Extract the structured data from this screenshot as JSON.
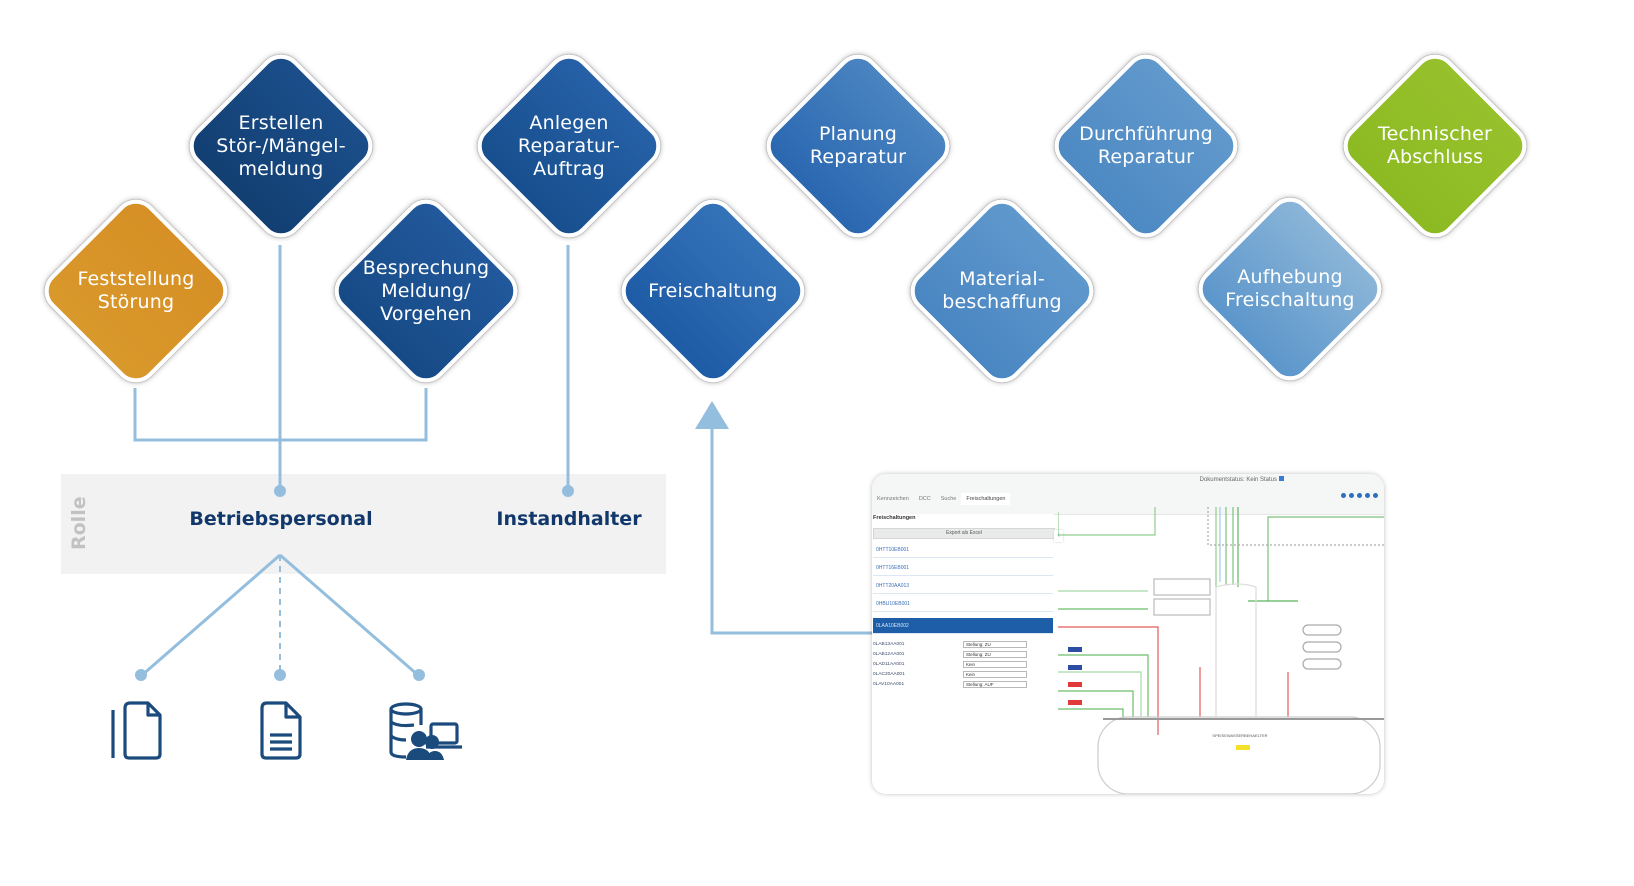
{
  "process_steps": [
    {
      "id": "feststellung",
      "label": "Feststellung\nStörung",
      "color": "#d9982b",
      "color2": "#d69025"
    },
    {
      "id": "erstellen",
      "label": "Erstellen\nStör-/Mängel-\nmeldung",
      "color": "#123f72",
      "color2": "#1b4e8a"
    },
    {
      "id": "besprechung",
      "label": "Besprechung\nMeldung/\nVorgehen",
      "color": "#164a86",
      "color2": "#22599c"
    },
    {
      "id": "anlegen",
      "label": "Anlegen\nReparatur-\nAuftrag",
      "color": "#174f8e",
      "color2": "#2660a6"
    },
    {
      "id": "freischaltung",
      "label": "Freischaltung",
      "color": "#1e5ba6",
      "color2": "#3573b8"
    },
    {
      "id": "planung",
      "label": "Planung\nReparatur",
      "color": "#2a67b0",
      "color2": "#4a84c1"
    },
    {
      "id": "material",
      "label": "Material-\nbeschaffung",
      "color": "#4a86c2",
      "color2": "#5f98cc"
    },
    {
      "id": "durchfuehrung",
      "label": "Durchführung\nReparatur",
      "color": "#4d89c3",
      "color2": "#6199cc"
    },
    {
      "id": "aufhebung",
      "label": "Aufhebung\nFreischaltung",
      "color": "#5c96cb",
      "color2": "#8ab5d8"
    },
    {
      "id": "abschluss",
      "label": "Technischer\nAbschluss",
      "color": "#8cba22",
      "color2": "#97c12c"
    }
  ],
  "roles": {
    "band_label": "Rolle",
    "items": [
      {
        "id": "betriebspersonal",
        "label": "Betriebspersonal"
      },
      {
        "id": "instandhalter",
        "label": "Instandhalter"
      }
    ]
  },
  "resources": [
    {
      "id": "documents",
      "icon": "documents-icon"
    },
    {
      "id": "document",
      "icon": "document-text-icon"
    },
    {
      "id": "database-users",
      "icon": "database-users-icon"
    }
  ],
  "colors": {
    "connector": "#94bedd",
    "role_text": "#12386b",
    "icon": "#1b4a7c",
    "role_band": "#f2f2f2"
  },
  "app_screenshot": {
    "doc_title": "Dokumentstatus: Kein Status",
    "tabs": [
      "Kennzeichen",
      "DCC",
      "Suche",
      "Freischaltungen"
    ],
    "active_tab": "Freischaltungen",
    "panel_title": "Freischaltungen",
    "export_button": "Export als Excel",
    "collapse_icon": "‹",
    "list_items": [
      {
        "label": "0HTT10EB001",
        "selected": false
      },
      {
        "label": "0HTT16EB001",
        "selected": false
      },
      {
        "label": "0HTT20AA013",
        "selected": false
      },
      {
        "label": "0HBU10EB001",
        "selected": false
      },
      {
        "label": "0LAA10EB002",
        "selected": true
      }
    ],
    "detail_rows": [
      {
        "key": "0LAB13AA001",
        "value": "Stellung: ZU"
      },
      {
        "key": "0LAB12AA001",
        "value": "Stellung: ZU"
      },
      {
        "key": "0LAD11AA001",
        "value": "Kein"
      },
      {
        "key": "0LAC20AA001",
        "value": "Kein"
      },
      {
        "key": "0LAV10AA001",
        "value": "Stellung: AUF"
      }
    ],
    "tank_label": "SPEISEWASSERBEHAELTER"
  }
}
